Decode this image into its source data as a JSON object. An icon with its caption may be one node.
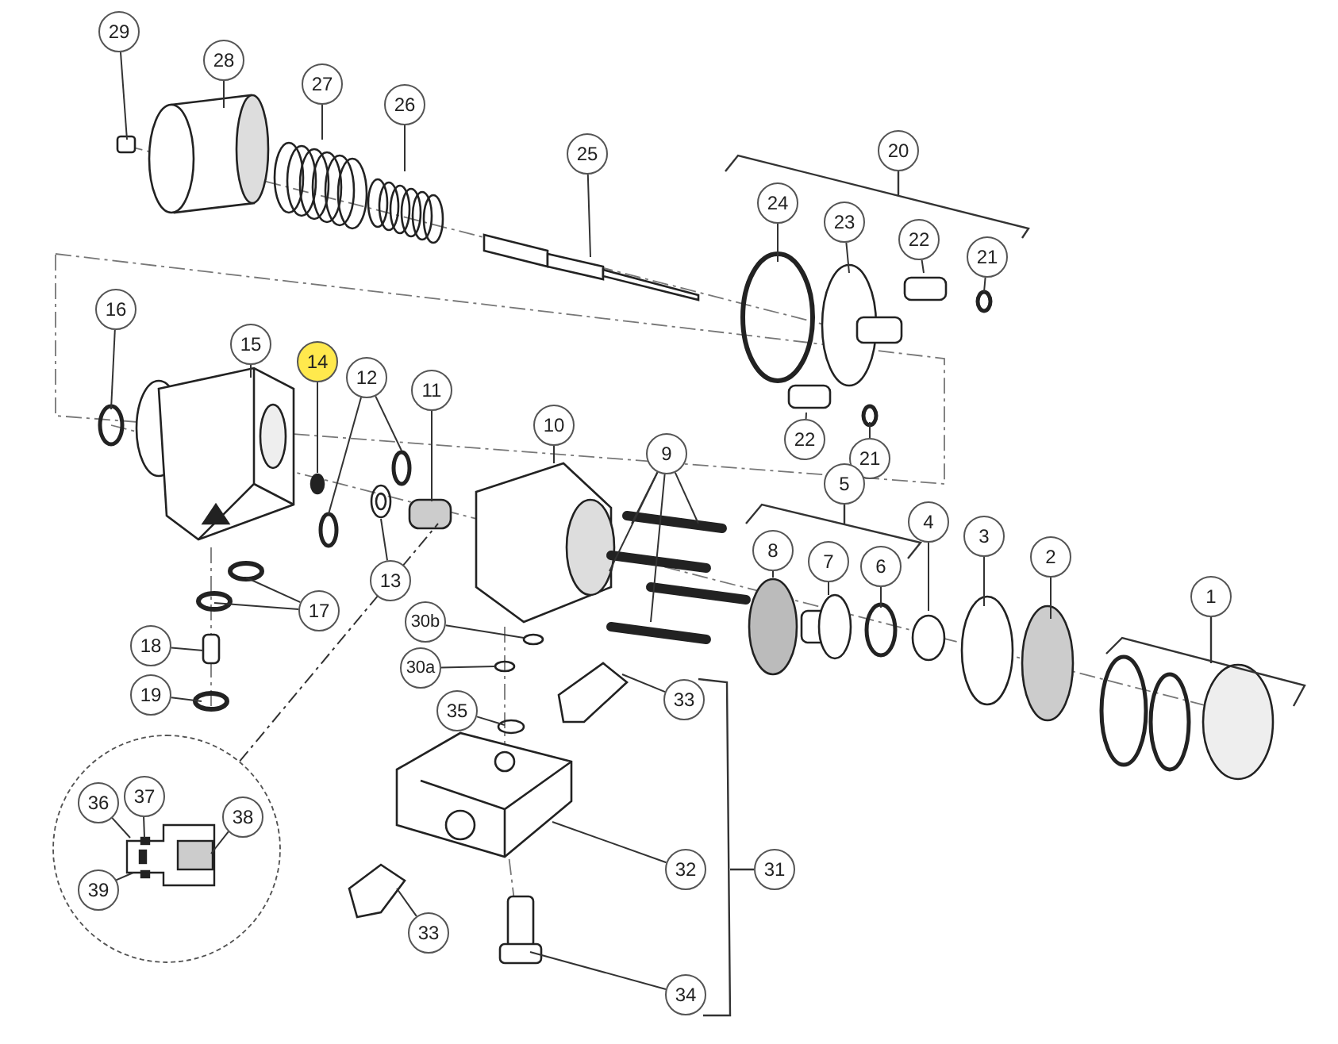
{
  "diagram": {
    "nodes": [
      {
        "text": [
          "29"
        ]
      },
      {
        "text": [
          "28"
        ]
      },
      {
        "text": [
          "27"
        ]
      },
      {
        "text": [
          "26"
        ]
      },
      {
        "text": [
          "20"
        ]
      },
      {
        "text": [
          "25"
        ]
      },
      {
        "text": [
          "24"
        ]
      },
      {
        "text": [
          "23"
        ]
      },
      {
        "text": [
          "22"
        ]
      },
      {
        "text": [
          "21"
        ]
      },
      {
        "text": [
          "16"
        ]
      },
      {
        "text": [
          "15"
        ]
      },
      {
        "text": [
          "14"
        ]
      },
      {
        "text": [
          "12"
        ]
      },
      {
        "text": [
          "11"
        ]
      },
      {
        "text": [
          "22"
        ]
      },
      {
        "text": [
          "21"
        ]
      },
      {
        "text": [
          "10"
        ]
      },
      {
        "text": [
          "9"
        ]
      },
      {
        "text": [
          "5"
        ]
      },
      {
        "text": [
          "8"
        ]
      },
      {
        "text": [
          "7"
        ]
      },
      {
        "text": [
          "4"
        ]
      },
      {
        "text": [
          "3"
        ]
      },
      {
        "text": [
          "2"
        ]
      },
      {
        "text": [
          "6"
        ]
      },
      {
        "text": [
          "13"
        ]
      },
      {
        "text": [
          "17"
        ]
      },
      {
        "text": [
          "1"
        ]
      },
      {
        "text": [
          "30b"
        ]
      },
      {
        "text": [
          "18"
        ]
      },
      {
        "text": [
          "30a"
        ]
      },
      {
        "text": [
          "19"
        ]
      },
      {
        "text": [
          "35"
        ]
      },
      {
        "text": [
          "33"
        ]
      },
      {
        "text": [],
        "shape": "circle"
      },
      {
        "text": [
          "36"
        ],
        "in": 35
      },
      {
        "text": [
          "37"
        ],
        "in": 35
      },
      {
        "text": [
          "38"
        ],
        "in": 35
      },
      {
        "text": [
          "39"
        ],
        "in": 35
      },
      {
        "text": [
          "32"
        ]
      },
      {
        "text": [
          "31"
        ]
      },
      {
        "text": [
          "33"
        ]
      },
      {
        "text": [
          "34"
        ]
      }
    ],
    "edges": [
      {
        "from": 0,
        "to": null,
        "arrow": "none"
      },
      {
        "from": 1,
        "to": null,
        "arrow": "none"
      },
      {
        "from": 2,
        "to": null,
        "arrow": "none"
      },
      {
        "from": 3,
        "to": null,
        "arrow": "none"
      },
      {
        "from": 5,
        "to": null,
        "arrow": "none"
      },
      {
        "from": 6,
        "to": null,
        "arrow": "none"
      },
      {
        "from": 7,
        "to": null,
        "arrow": "none"
      },
      {
        "from": 8,
        "to": null,
        "arrow": "none"
      },
      {
        "from": 9,
        "to": null,
        "arrow": "none"
      },
      {
        "from": 10,
        "to": null,
        "arrow": "none"
      },
      {
        "from": 11,
        "to": null,
        "arrow": "none"
      },
      {
        "from": 12,
        "to": null,
        "arrow": "none"
      },
      {
        "from": 13,
        "to": null,
        "arrow": "none"
      },
      {
        "from": 13,
        "to": null,
        "arrow": "none"
      },
      {
        "from": 14,
        "to": null,
        "arrow": "none"
      },
      {
        "from": 15,
        "to": null,
        "arrow": "none"
      },
      {
        "from": 16,
        "to": null,
        "arrow": "none"
      },
      {
        "from": 17,
        "to": null,
        "arrow": "none"
      },
      {
        "from": 18,
        "to": null,
        "arrow": "none"
      },
      {
        "from": 18,
        "to": null,
        "arrow": "none"
      },
      {
        "from": 18,
        "to": null,
        "arrow": "none"
      },
      {
        "from": 18,
        "to": null,
        "arrow": "none"
      },
      {
        "from": 20,
        "to": null,
        "arrow": "none"
      },
      {
        "from": 21,
        "to": null,
        "arrow": "none"
      },
      {
        "from": 22,
        "to": null,
        "arrow": "none"
      },
      {
        "from": 23,
        "to": null,
        "arrow": "none"
      },
      {
        "from": 24,
        "to": null,
        "arrow": "none"
      },
      {
        "from": 25,
        "to": null,
        "arrow": "none"
      },
      {
        "from": 26,
        "to": null,
        "arrow": "none"
      },
      {
        "from": 27,
        "to": null,
        "arrow": "none"
      },
      {
        "from": 27,
        "to": null,
        "arrow": "none"
      },
      {
        "from": 29,
        "to": null,
        "arrow": "none"
      },
      {
        "from": 30,
        "to": null,
        "arrow": "none"
      },
      {
        "from": 31,
        "to": null,
        "arrow": "none"
      },
      {
        "from": 32,
        "to": null,
        "arrow": "none"
      },
      {
        "from": 33,
        "to": null,
        "arrow": "none"
      },
      {
        "from": 34,
        "to": null,
        "arrow": "none"
      },
      {
        "from": 35,
        "to": null,
        "arrow": "none",
        "style": "dashed"
      },
      {
        "from": 36,
        "to": null,
        "arrow": "none"
      },
      {
        "from": 37,
        "to": null,
        "arrow": "none"
      },
      {
        "from": 38,
        "to": null,
        "arrow": "none"
      },
      {
        "from": 39,
        "to": null,
        "arrow": "none"
      },
      {
        "from": 40,
        "to": null,
        "arrow": "none"
      },
      {
        "from": 42,
        "to": null,
        "arrow": "none"
      },
      {
        "from": 43,
        "to": null,
        "arrow": "none"
      }
    ]
  }
}
